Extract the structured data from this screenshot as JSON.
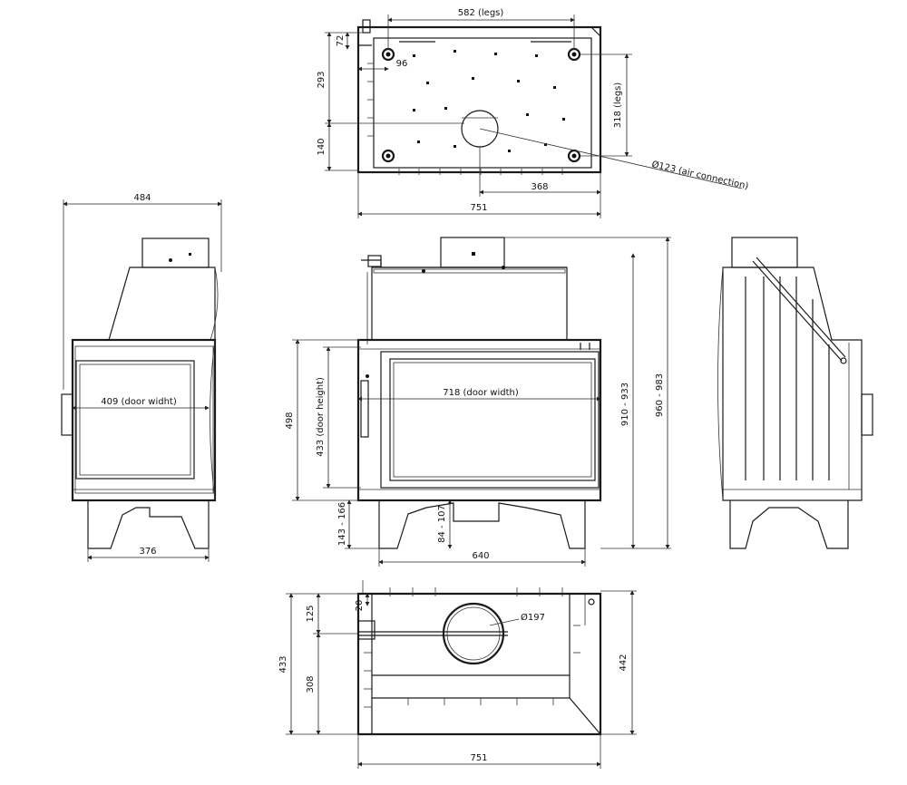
{
  "labels": {
    "legs_width": "582 (legs)",
    "dim_72": "72",
    "dim_96": "96",
    "dim_293": "293",
    "legs_depth": "318 (legs)",
    "dim_140": "140",
    "air_connection": "Ø123 (air connection)",
    "dim_368": "368",
    "top_width": "751",
    "side_depth": "484",
    "door_width_side": "409 (door widht)",
    "side_legs": "376",
    "door_height_dim": "498",
    "door_height": "433 (door height)",
    "door_width_front": "718 (door width)",
    "height_910": "910 - 933",
    "height_960": "960 - 983",
    "legs_143": "143 - 166",
    "legs_84": "84 - 107",
    "front_legs": "640",
    "dim_20": "20",
    "dim_125": "125",
    "flue": "Ø197",
    "plan_433": "433",
    "plan_308": "308",
    "plan_442": "442",
    "bottom_width": "751"
  }
}
